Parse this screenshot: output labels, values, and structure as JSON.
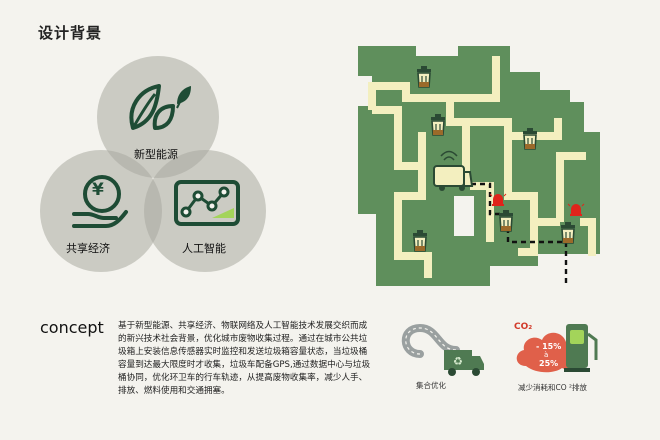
{
  "page": {
    "title": "设计背景"
  },
  "venn": {
    "top_label": "新型能源",
    "left_label": "共享经济",
    "right_label": "人工智能",
    "currency_symbol": "¥"
  },
  "concept": {
    "heading": "concept",
    "lines": [
      "基于新型能源、共享经济、物联网络及人工智能技术发展交织而成",
      "的新兴技术社会背景，优化城市废物收集过程。通过在城市公共垃",
      "圾箱上安装信息传感器实时监控和发送垃圾箱容量状态，当垃圾桶",
      "容量到达最大限度时才收集，垃圾车配备GPS,通过数据中心与垃圾",
      "桶协同，优化环卫车的行车轨迹，从提高废物收集率，减少人手、",
      "排放、燃料使用和交通拥塞。"
    ]
  },
  "icons": {
    "collection_caption": "集合优化",
    "reduction_caption": "减少消耗和CO ²排放",
    "co2_label": "CO₂",
    "percent_top": "- 15%",
    "percent_mid": "à",
    "percent_bottom": "25%"
  },
  "colors": {
    "map_green": "#5f8f5c",
    "road": "#f3efbf",
    "dark_green": "#2f4b37",
    "alert_red": "#e0241b",
    "cloud_red": "#e0604a"
  }
}
